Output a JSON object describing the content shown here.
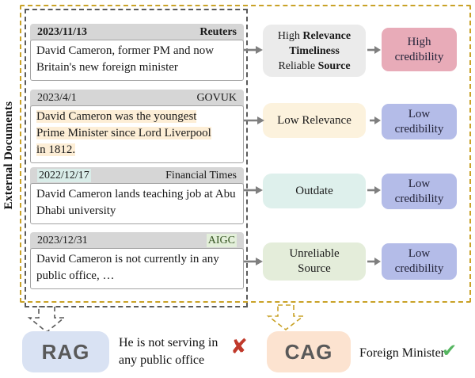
{
  "sidebar": {
    "label": "External Documents"
  },
  "documents": [
    {
      "date": "2023/11/13",
      "source": "Reuters",
      "text": "David Cameron, former PM and now Britain's new foreign minister"
    },
    {
      "date": "2023/4/1",
      "source": "GOVUK",
      "lines": [
        "David Cameron was the youngest",
        "Prime Minister since Lord Liverpool",
        "in 1812."
      ]
    },
    {
      "date": "2022/12/17",
      "source": "Financial Times",
      "text": "David Cameron lands teaching job at Abu Dhabi university"
    },
    {
      "date": "2023/12/31",
      "source": "AIGC",
      "text": "David Cameron is not currently in any public office, …"
    }
  ],
  "assessments": [
    {
      "line1_regular": "High ",
      "line1_bold": "Relevance",
      "line2_bold": "Timeliness",
      "line3_regular": "Reliable ",
      "line3_bold": "Source"
    },
    {
      "label": "Low Relevance"
    },
    {
      "label": "Outdate"
    },
    {
      "line1": "Unreliable",
      "line2": "Source"
    }
  ],
  "credibility": [
    {
      "line1": "High",
      "line2": "credibility"
    },
    {
      "line1": "Low",
      "line2": "credibility"
    },
    {
      "line1": "Low",
      "line2": "credibility"
    },
    {
      "line1": "Low",
      "line2": "credibility"
    }
  ],
  "bottom": {
    "rag_label": "RAG",
    "rag_line1": "He is not serving in",
    "rag_line2": "any public office",
    "rag_mark": "✘",
    "cag_label": "CAG",
    "cag_output": "Foreign Minister",
    "cag_mark": "✔"
  },
  "colors": {
    "outer_dashed_border": "#c9a227",
    "inner_dashed_border": "#5a5a5a",
    "card_header_bg": "#d6d6d6",
    "highlight_cream": "#fdeed6",
    "highlight_cyan": "#d9ece8",
    "highlight_green": "#e3efda",
    "assessment_gray": "#ebebeb",
    "assessment_cream": "#fcf2dd",
    "assessment_cyan": "#def0ec",
    "assessment_green": "#e4edda",
    "credibility_pink": "#e8abb8",
    "credibility_blue": "#b4bce8",
    "rag_bg": "#d9e2f3",
    "cag_bg": "#fce3d0",
    "cross_red": "#c0392b",
    "check_green": "#55b560",
    "arrow_gray": "#7f7f7f"
  }
}
